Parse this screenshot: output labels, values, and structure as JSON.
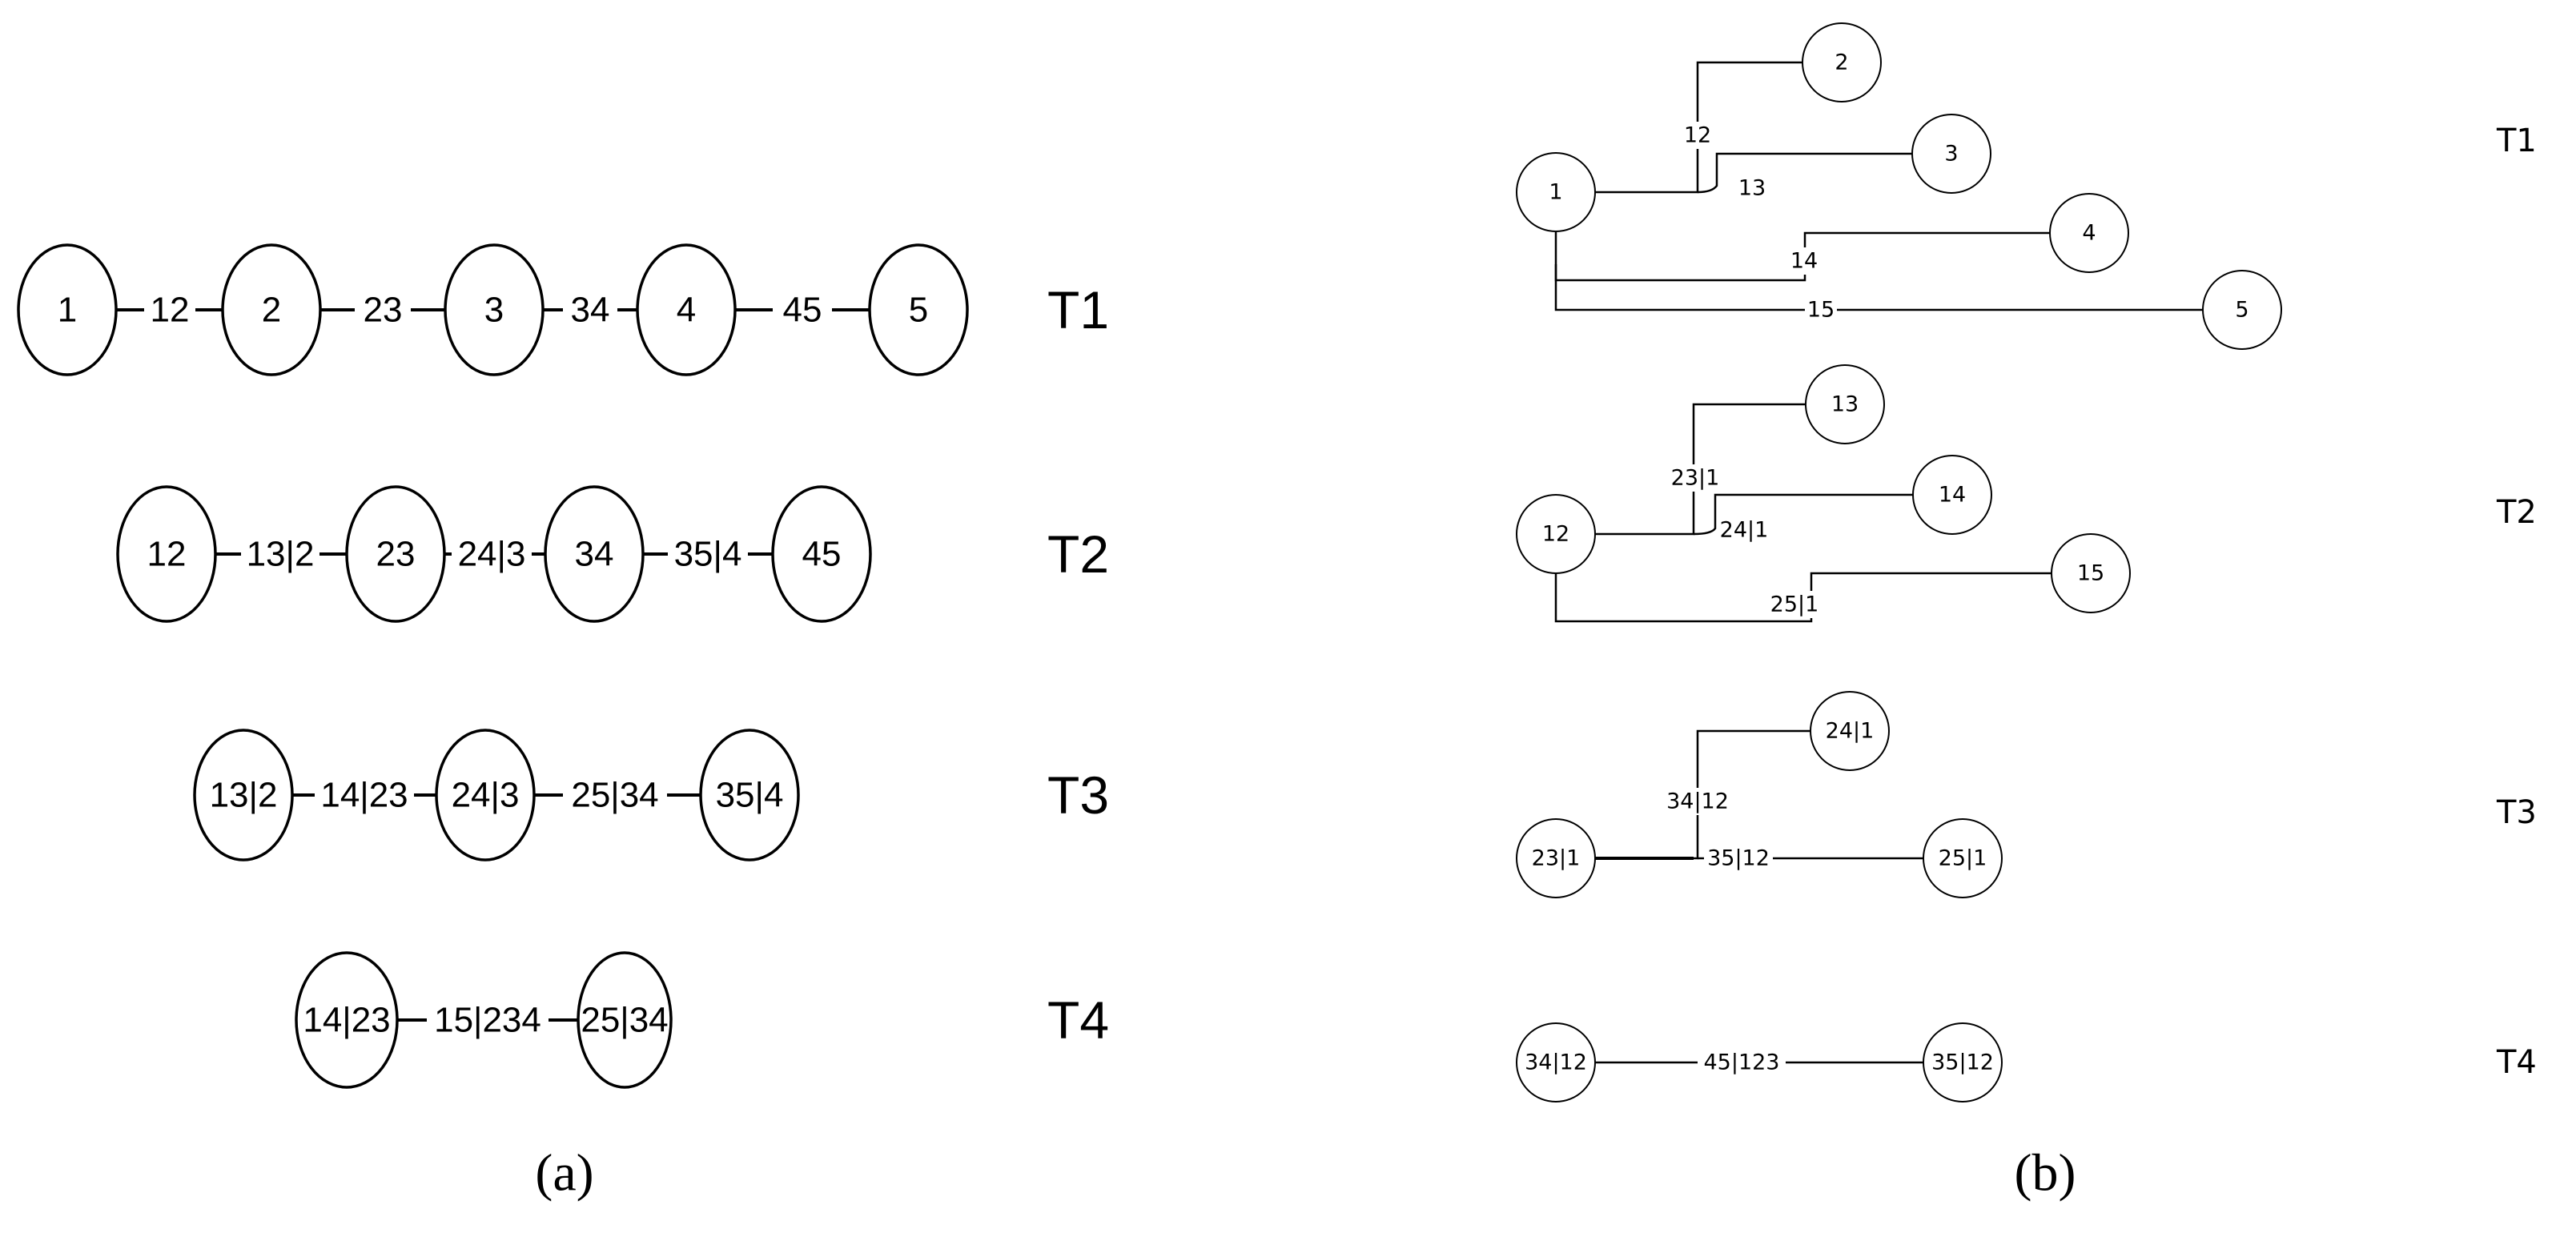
{
  "panel_a": {
    "label": "(a)",
    "trees": [
      {
        "name": "T1",
        "nodes": [
          "1",
          "2",
          "3",
          "4",
          "5"
        ],
        "edges": [
          "12",
          "23",
          "34",
          "45"
        ]
      },
      {
        "name": "T2",
        "nodes": [
          "12",
          "23",
          "34",
          "45"
        ],
        "edges": [
          "13|2",
          "24|3",
          "35|4"
        ]
      },
      {
        "name": "T3",
        "nodes": [
          "13|2",
          "24|3",
          "35|4"
        ],
        "edges": [
          "14|23",
          "25|34"
        ]
      },
      {
        "name": "T4",
        "nodes": [
          "14|23",
          "25|34"
        ],
        "edges": [
          "15|234"
        ]
      }
    ]
  },
  "panel_b": {
    "label": "(b)",
    "trees": [
      {
        "name": "T1",
        "root": "1",
        "leaves": [
          "2",
          "3",
          "4",
          "5"
        ],
        "edges": [
          "12",
          "13",
          "14",
          "15"
        ]
      },
      {
        "name": "T2",
        "root": "12",
        "leaves": [
          "13",
          "14",
          "15"
        ],
        "edges": [
          "23|1",
          "24|1",
          "25|1"
        ]
      },
      {
        "name": "T3",
        "root": "23|1",
        "leaves": [
          "24|1",
          "25|1"
        ],
        "edges": [
          "34|12",
          "35|12"
        ]
      },
      {
        "name": "T4",
        "root": "34|12",
        "leaves": [
          "35|12"
        ],
        "edges": [
          "45|123"
        ]
      }
    ]
  }
}
